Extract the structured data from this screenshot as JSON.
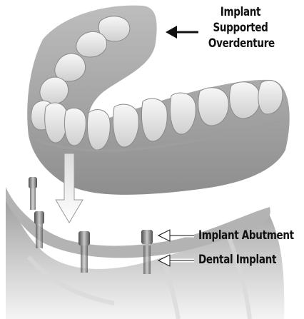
{
  "labels": {
    "overdenture": [
      "Implant",
      "Supported",
      "Overdenture"
    ],
    "abutment": "Implant Abutment",
    "implant": "Dental Implant"
  },
  "colors": {
    "text": "#111111",
    "gum": "#a9a9a9",
    "tooth": "#e6e6e6",
    "metal": "#6c6c6c",
    "arrow": "#111111"
  },
  "icons": {
    "overdenture_pointer": "left-arrow-icon",
    "abutment_pointer": "left-arrow-icon",
    "implant_pointer": "left-arrow-icon",
    "insertion_direction": "down-arrow-icon"
  }
}
